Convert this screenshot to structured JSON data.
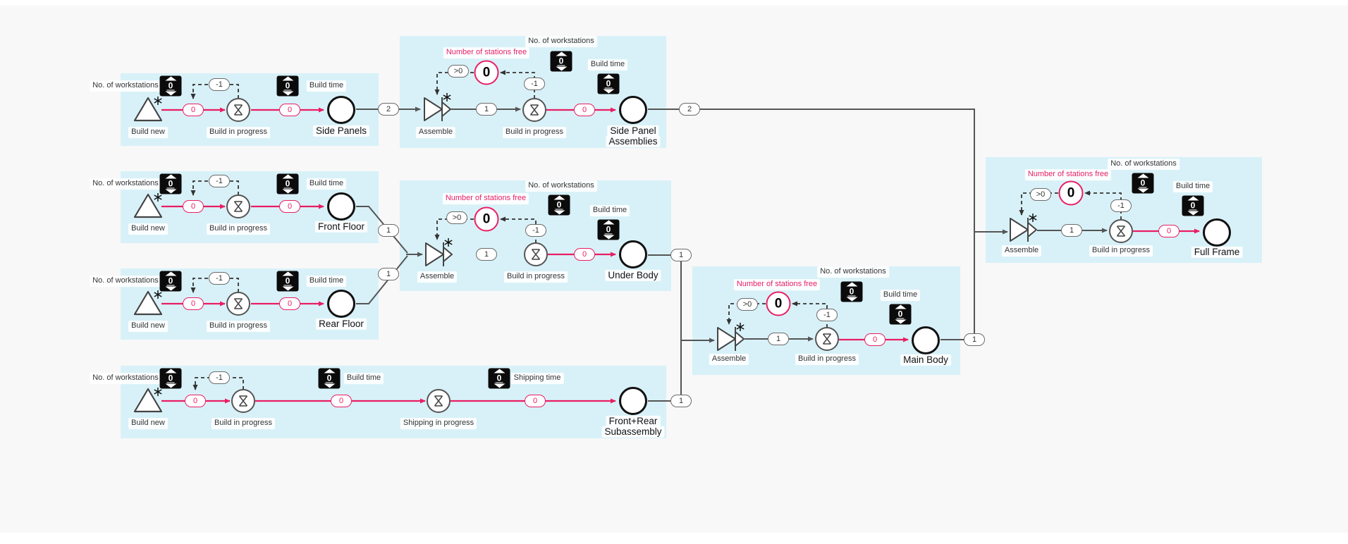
{
  "colors": {
    "accent_pink": "#E91E63",
    "block_bg": "#D8F1F8",
    "canvas_bg": "#F8F8F8",
    "stepper_bg": "#0B0B0B",
    "line_gray": "#555555"
  },
  "ui": {
    "workstations_label": "No. of workstations",
    "build_time_label": "Build time",
    "shipping_time_label": "Shipping time",
    "stations_free_label": "Number of stations free",
    "build_new_label": "Build new",
    "build_in_progress_label": "Build in progress",
    "shipping_in_progress_label": "Shipping in progress",
    "assemble_label": "Assemble",
    "stepper_value": "0",
    "stations_free_value": "0"
  },
  "pills": {
    "zero": "0",
    "one": "1",
    "two": "2",
    "minus_one": "-1",
    "gt_zero": ">0"
  },
  "routes": {
    "side_panels_out": "2",
    "side_panel_assemblies_out": "2",
    "front_floor_out": "1",
    "rear_floor_out": "1",
    "under_body_out": "1",
    "front_rear_out": "1",
    "main_body_out": "1"
  },
  "nodes": {
    "side_panels": "Side Panels",
    "side_panel_assemblies": [
      "Side Panel",
      "Assemblies"
    ],
    "front_floor": "Front Floor",
    "rear_floor": "Rear Floor",
    "under_body": "Under Body",
    "front_rear_subassembly": [
      "Front+Rear",
      "Subassembly"
    ],
    "main_body": "Main Body",
    "full_frame": "Full Frame"
  }
}
